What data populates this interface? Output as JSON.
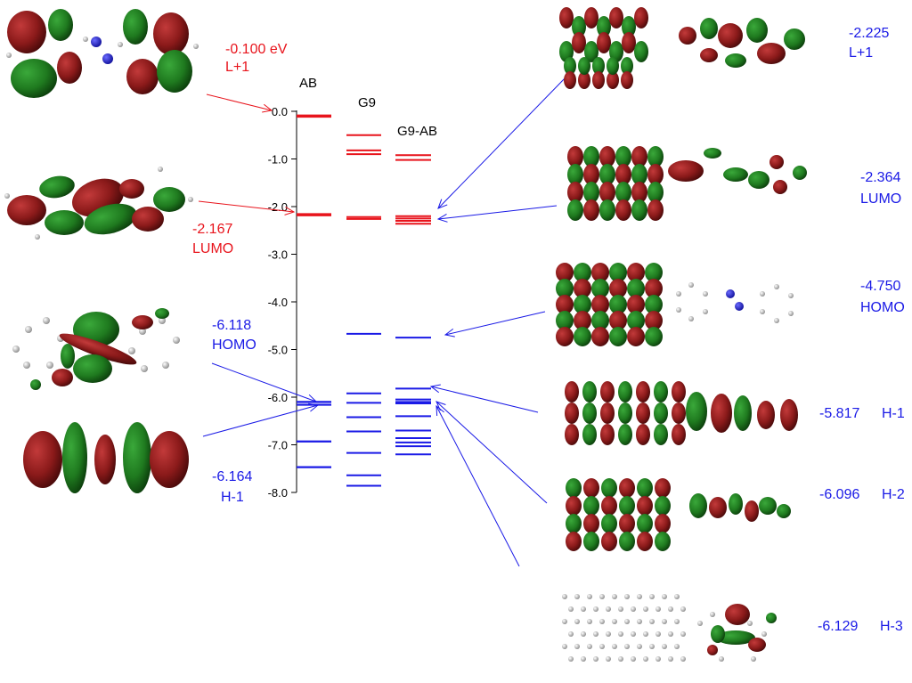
{
  "column_titles": {
    "ab": "AB",
    "g9": "G9",
    "g9ab": "G9-AB"
  },
  "axis": {
    "min": -8.0,
    "max": 0.0,
    "ticks": [
      "0.0",
      "-1.0",
      "-2.0",
      "-3.0",
      "-4.0",
      "-5.0",
      "-6.0",
      "-7.0",
      "-8.0"
    ]
  },
  "colors": {
    "unoccupied": "#e8141c",
    "occupied": "#1a1ae6",
    "lobe_red": "#8b1a1a",
    "lobe_green": "#1f7a1f"
  },
  "levels": {
    "ab_unocc": [
      -0.1,
      -2.17
    ],
    "ab_occ": [
      -6.1,
      -6.16,
      -6.93,
      -7.47
    ],
    "g9_unocc": [
      -0.5,
      -0.82,
      -0.9,
      -2.22,
      -2.26
    ],
    "g9_occ": [
      -4.67,
      -5.92,
      -6.12,
      -6.42,
      -6.72,
      -7.17,
      -7.64,
      -7.86
    ],
    "g9ab_unocc": [
      -0.92,
      -1.02,
      -2.2,
      -2.25,
      -2.3,
      -2.36
    ],
    "g9ab_occ": [
      -4.75,
      -5.82,
      -6.05,
      -6.1,
      -6.13,
      -6.4,
      -6.7,
      -6.86,
      -6.95,
      -7.03,
      -7.2
    ]
  },
  "labels_left": [
    {
      "value": "-0.100 eV",
      "name": "L+1",
      "kind": "unoccupied"
    },
    {
      "value": "-2.167",
      "name": "LUMO",
      "kind": "unoccupied"
    },
    {
      "value": "-6.118",
      "name": "HOMO",
      "kind": "occupied"
    },
    {
      "value": "-6.164",
      "name": "H-1",
      "kind": "occupied"
    }
  ],
  "labels_right": [
    {
      "value": "-2.225",
      "name": "L+1"
    },
    {
      "value": "-2.364",
      "name": "LUMO"
    },
    {
      "value": "-4.750",
      "name": "HOMO"
    },
    {
      "value": "-5.817",
      "name": "H-1"
    },
    {
      "value": "-6.096",
      "name": "H-2"
    },
    {
      "value": "-6.129",
      "name": "H-3"
    }
  ]
}
